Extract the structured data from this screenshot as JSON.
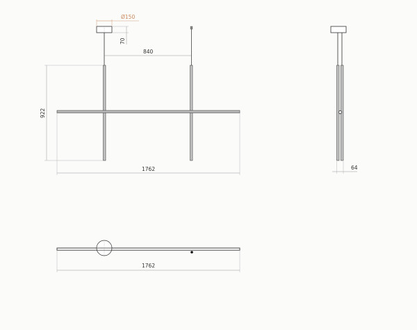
{
  "drawing": {
    "type": "technical drawing",
    "subject": "pendant light fixture",
    "colors": {
      "background": "#fbfbfa",
      "line": "#333333",
      "dimension_line": "#9a9a9a",
      "accent_dimension": "#c9875a",
      "tube_fill": "#b8b8b8"
    },
    "front_view": {
      "canopy_diameter_label": "Ø150",
      "canopy_height_label": "70",
      "rod_spacing_label": "840",
      "height_label": "922",
      "width_label": "1762"
    },
    "side_view": {
      "depth_label": "64"
    },
    "top_view": {
      "width_label": "1762"
    }
  }
}
